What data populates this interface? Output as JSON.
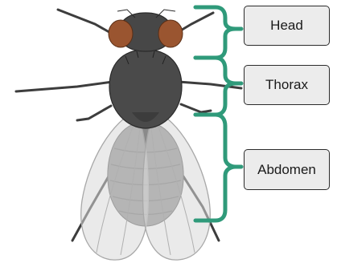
{
  "labels": {
    "head": "Head",
    "thorax": "Thorax",
    "abdomen": "Abdomen"
  },
  "colors": {
    "bracket": "#2f9a7a",
    "body": "#4a4a4a",
    "eye": "#9a5530",
    "wing": "#d9d9d9",
    "label_fill": "#ececec",
    "label_border": "#2b2b2b"
  }
}
